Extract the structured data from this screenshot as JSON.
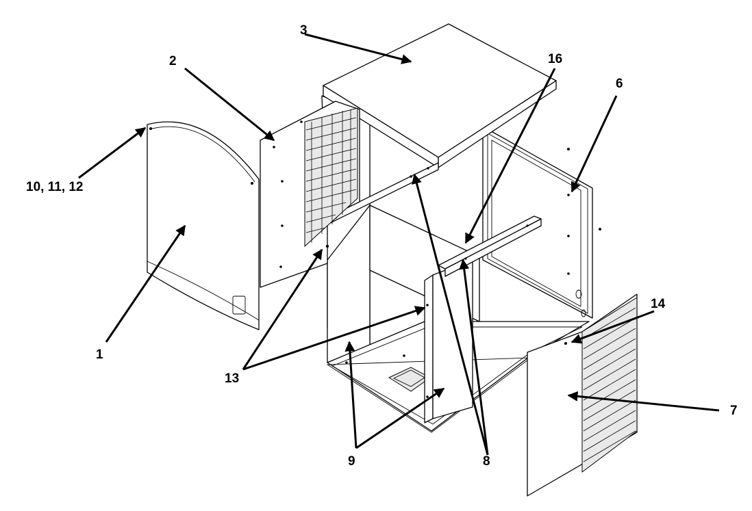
{
  "callouts": {
    "c1": "1",
    "c2": "2",
    "c3": "3",
    "c6": "6",
    "c7": "7",
    "c8": "8",
    "c9": "9",
    "c10_11_12": "10, 11, 12",
    "c13": "13",
    "c14": "14",
    "c16": "16"
  }
}
